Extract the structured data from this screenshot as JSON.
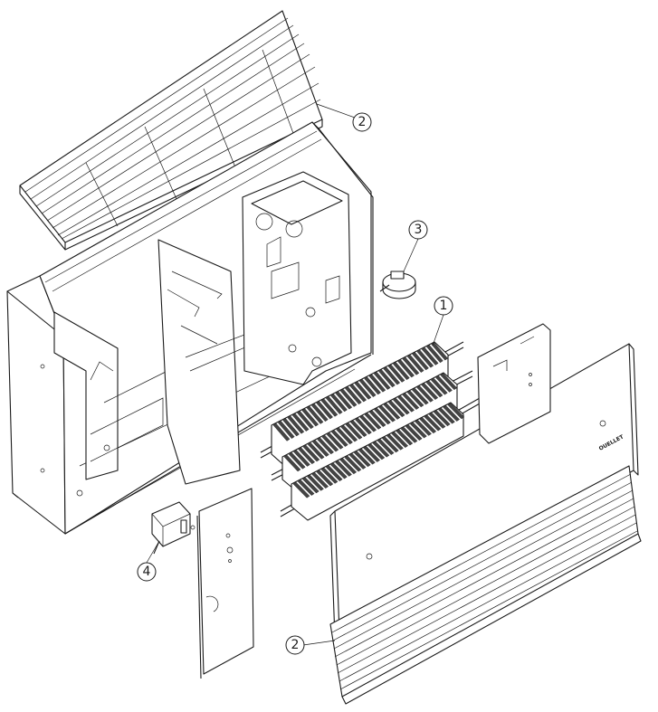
{
  "diagram": {
    "callouts": [
      {
        "id": "c2a",
        "label": "2"
      },
      {
        "id": "c3",
        "label": "3"
      },
      {
        "id": "c1",
        "label": "1"
      },
      {
        "id": "c4",
        "label": "4"
      },
      {
        "id": "c2b",
        "label": "2"
      }
    ],
    "brand_mark": "OUELLET",
    "parts": [
      "top-grille",
      "cabinet",
      "thermostat",
      "heating-element",
      "front-panel",
      "bottom-grille",
      "control-bracket",
      "switch"
    ]
  }
}
